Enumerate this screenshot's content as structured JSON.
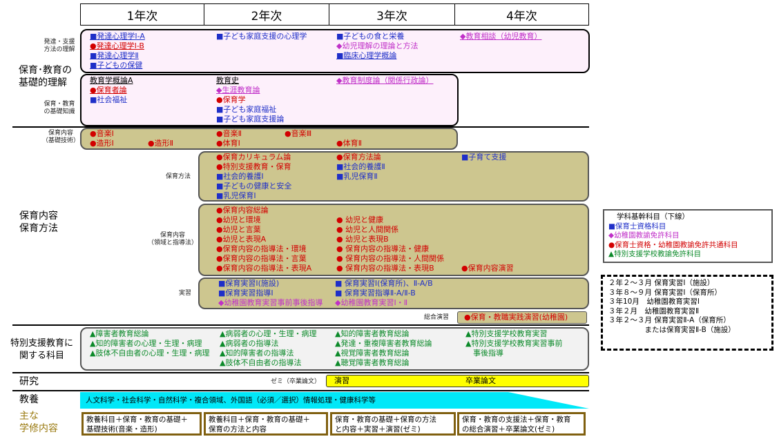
{
  "years": [
    "1年次",
    "2年次",
    "3年次",
    "4年次"
  ],
  "left": {
    "hattatsu": "発達・支援\n方法の理解",
    "kiso_title": "保育･教育の\n基礎的理解",
    "kiso_chishiki": "保育・教育\nの基礎知識",
    "naiyo_kiso": "保育内容\n（基礎技術）",
    "hoiku_title": "保育内容\n保育方法",
    "hoiku_hoho": "保育方法",
    "hoiku_naiyo": "保育内容\n（領域と指導法）",
    "jisshu": "実習",
    "sogo": "総合演習",
    "tokubetsu_title": "特別支援教育に\n関する科目",
    "kenkyu": "研究",
    "zemi": "ゼミ（卒業論文）",
    "kyoyo": "教養",
    "shuna": "主な\n学修内容"
  },
  "box1": {
    "c1": [
      "■発達心理学Ⅰ-A",
      "●発達心理学Ⅰ-B",
      "■発達心理学Ⅱ",
      "■子どもの保健"
    ],
    "c2": [
      "■子ども家庭支援の心理学"
    ],
    "c3": [
      "■子どもの食と栄養",
      "◆幼児理解の理論と方法",
      "■臨床心理学概論"
    ],
    "c4": [
      "◆教育相談（幼児教育）"
    ]
  },
  "box2": {
    "c1": [
      "教育学概論A",
      "●保育者論",
      "■社会福祉"
    ],
    "c2": [
      "教育史",
      "◆生涯教育論",
      "●保育学",
      "■子ども家庭福祉",
      "■子ども家庭支援論"
    ],
    "c3": [
      "◆教育制度論（関係行政論）"
    ]
  },
  "box3": {
    "r1": [
      "●音楽Ⅰ",
      "●音楽Ⅱ",
      "●音楽Ⅲ"
    ],
    "r2": [
      "●造形Ⅰ",
      "●造形Ⅱ",
      "●体育Ⅰ",
      "●体育Ⅱ"
    ]
  },
  "box4": {
    "c2": [
      "●保育カリキュラム論",
      "●特別支援教育・保育",
      "■社会的養護Ⅰ",
      "■子どもの健康と安全",
      "■乳児保育Ⅰ"
    ],
    "c3": [
      "●保育方法論",
      "■社会的養護Ⅱ",
      "■乳児保育Ⅱ"
    ],
    "c4": [
      "■子育て支援"
    ]
  },
  "box5": {
    "c2": [
      "●保育内容総論",
      "●幼児と環境",
      "●幼児と言葉",
      "●幼児と表現A",
      "●保育内容の指導法・環境",
      "●保育内容の指導法・言葉",
      "●保育内容の指導法・表現A"
    ],
    "c3": [
      "● 幼児と健康",
      "● 幼児と人間関係",
      "● 幼児と表現B",
      "● 保育内容の指導法・健康",
      "● 保育内容の指導法・人間関係",
      "● 保育内容の指導法・表現B"
    ],
    "c4": [
      "●保育内容演習"
    ]
  },
  "box6": {
    "c2": [
      "■保育実習Ⅰ(施設)",
      "■保育実習指導Ⅰ",
      "◆幼稚園教育実習事前事後指導"
    ],
    "c3": [
      "■ 保育実習Ⅰ(保育所)、Ⅱ-A/B",
      "■ 保育実習指導Ⅱ-A/Ⅱ-B",
      "◆幼稚園教育実習Ⅰ・Ⅱ"
    ]
  },
  "sogo_box": "●保育・教職実践演習(幼稚園)",
  "box7": {
    "c1": [
      "▲障害者教育総論",
      "▲知的障害者の心理・生理・病理",
      "▲肢体不自由者の心理・生理・病理"
    ],
    "c2": [
      "▲病弱者の心理・生理・病理",
      "▲病弱者の指導法",
      "▲知的障害者の指導法",
      "▲肢体不自由者の指導法"
    ],
    "c3": [
      "▲知的障害者教育総論",
      "▲発達・重複障害者教育総論",
      "▲視覚障害者教育総論",
      "▲聴覚障害者教育総論"
    ],
    "c4": [
      "▲特別支援学校教育実習",
      "▲特別支援学校教育実習事前",
      "　事後指導"
    ]
  },
  "kenkyu_bar": {
    "ensyu": "演習",
    "sotsuron": "卒業論文"
  },
  "kyoyo_bar": "人文科学・社会科学・自然科学・複合領域、外国語（必須／選択）情報処理・健康科学等",
  "summary": [
    "教養科目＋保育・教育の基礎＋\n基礎技術(音楽・造形)",
    "教養科目＋保育・教育の基礎＋\n保育の方法と内容",
    "保育・教育の基礎＋保育の方法\nと内容＋実習＋演習(ゼミ)",
    "保育・教育の支援法＋保育・教育\nの総合演習＋卒業論文(ゼミ)"
  ],
  "legend": [
    "学科基幹科目（下線）",
    "■保育士資格科目",
    "◆幼稚園教諭免許科目",
    "●保育士資格・幼稚園教諭免許共通科目",
    "▲特別支援学校教諭免許科目"
  ],
  "schedule": [
    "２年２～３月 保育実習Ⅰ（施設）",
    "３年８～９月 保育実習Ⅰ（保育所）",
    "３年10月　幼稚園教育実習Ⅰ",
    "３年２月　幼稚園教育実習Ⅱ",
    "３年２～３月 保育実習Ⅱ-A（保育所）",
    "　　　　　または保育実習Ⅱ-B（施設）"
  ],
  "colors": {
    "blue": "#1f2fc8",
    "red": "#d20000",
    "magenta": "#c030c8",
    "green": "#0c8a2a",
    "olive": "#cdc68f",
    "pink": "#fdf0fb",
    "cyan": "#00e8f8",
    "yellow": "#ffff00",
    "brown": "#806010"
  }
}
